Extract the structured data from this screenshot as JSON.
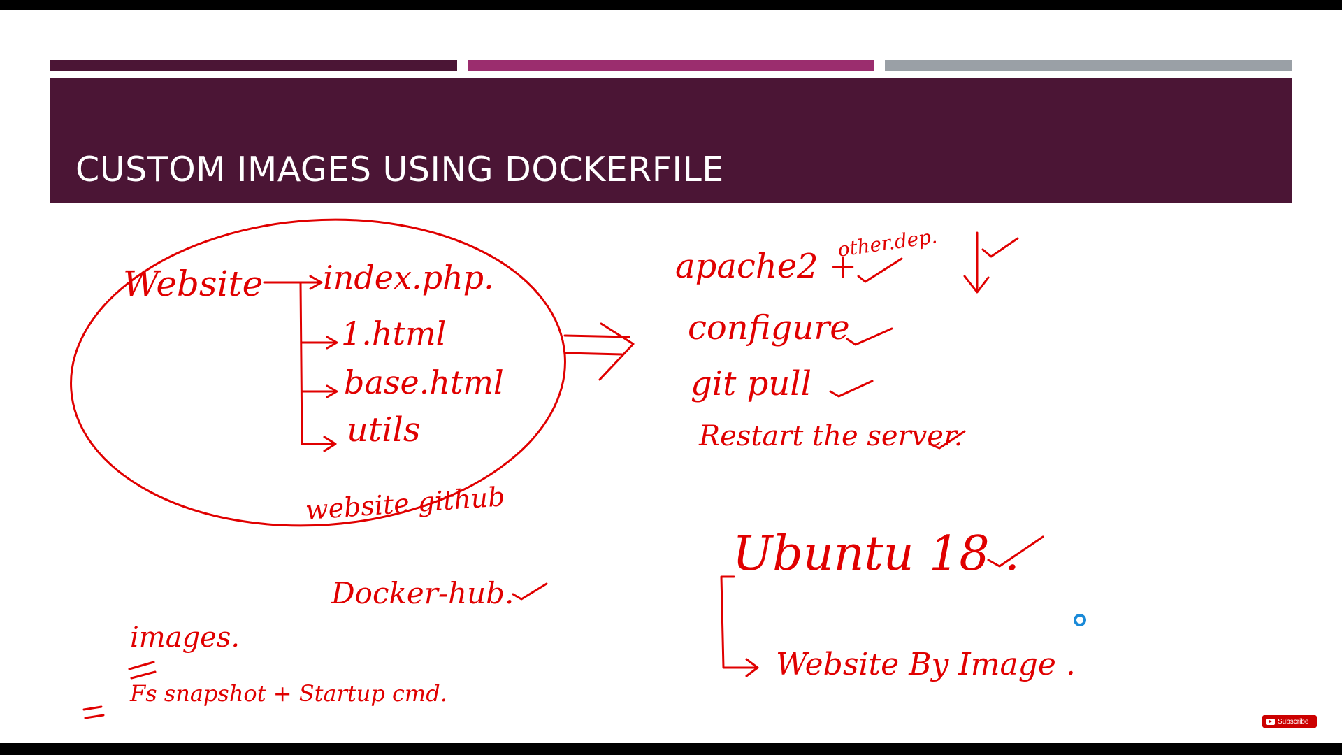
{
  "slide": {
    "title": "CUSTOM IMAGES USING DOCKERFILE",
    "colors": {
      "title_band": "#4b1535",
      "accent_bar_1": "#4b1535",
      "accent_bar_2": "#9b2d6e",
      "accent_bar_3": "#9aa0a6",
      "ink": "#e00000",
      "cursor": "#1a8ad8"
    }
  },
  "annotations": {
    "website": "Website",
    "index_php": "index.php.",
    "one_html": "1.html",
    "base_html": "base.html",
    "utils": "utils",
    "website_github": "website github",
    "apache": "apache2 +",
    "other_dep": "other.dep.",
    "configure": "configure",
    "git_pull": "git pull",
    "restart": "Restart the server.",
    "ubuntu": "Ubuntu 18 .",
    "website_image": "Website By Image .",
    "docker_hub": "Docker-hub.",
    "images": "images.",
    "equals": "=",
    "fs_snapshot": "Fs snapshot + Startup cmd."
  },
  "overlay": {
    "subscribe_label": "Subscribe",
    "subscribe_icon": "youtube-play-icon",
    "cursor_icon": "annotation-cursor-icon"
  }
}
